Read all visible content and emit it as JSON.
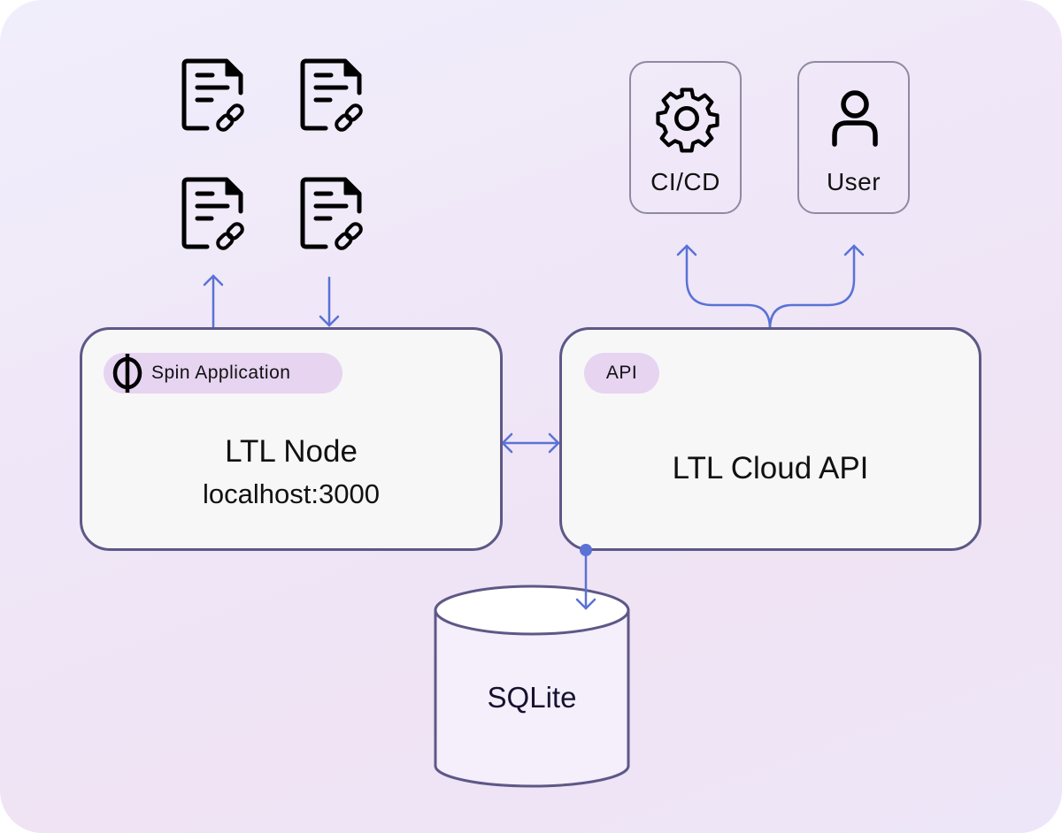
{
  "diagram": {
    "documents": [
      {
        "icon": "document-link-icon"
      },
      {
        "icon": "document-link-icon"
      },
      {
        "icon": "document-link-icon"
      },
      {
        "icon": "document-link-icon"
      }
    ],
    "clients": [
      {
        "label": "CI/CD",
        "icon": "gear-icon"
      },
      {
        "label": "User",
        "icon": "user-icon"
      }
    ],
    "node": {
      "badge": "Spin Application",
      "badge_icon": "spin-phi-icon",
      "title": "LTL Node",
      "subtitle": "localhost:3000"
    },
    "api": {
      "badge": "API",
      "title": "LTL Cloud API"
    },
    "database": {
      "label": "SQLite"
    },
    "colors": {
      "arrow": "#5a72d6",
      "box_border": "#5d5886",
      "badge_bg": "#e6d4f1",
      "card_border": "#8f8aa2"
    }
  }
}
